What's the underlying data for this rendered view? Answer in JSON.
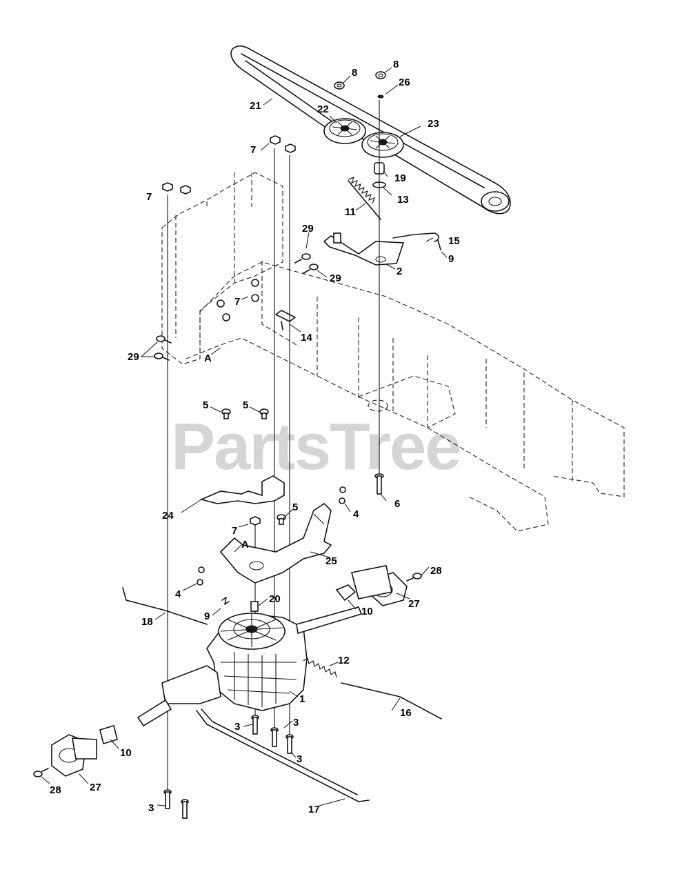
{
  "watermark": "PartsTree",
  "parts": [
    {
      "num": "8"
    },
    {
      "num": "8"
    },
    {
      "num": "26"
    },
    {
      "num": "21"
    },
    {
      "num": "22"
    },
    {
      "num": "23"
    },
    {
      "num": "7"
    },
    {
      "num": "7"
    },
    {
      "num": "19"
    },
    {
      "num": "13"
    },
    {
      "num": "11"
    },
    {
      "num": "29"
    },
    {
      "num": "15"
    },
    {
      "num": "9"
    },
    {
      "num": "2"
    },
    {
      "num": "29"
    },
    {
      "num": "7"
    },
    {
      "num": "14"
    },
    {
      "num": "29"
    },
    {
      "num": "A"
    },
    {
      "num": "5"
    },
    {
      "num": "5"
    },
    {
      "num": "6"
    },
    {
      "num": "24"
    },
    {
      "num": "5"
    },
    {
      "num": "4"
    },
    {
      "num": "7"
    },
    {
      "num": "A"
    },
    {
      "num": "25"
    },
    {
      "num": "28"
    },
    {
      "num": "4"
    },
    {
      "num": "20"
    },
    {
      "num": "10"
    },
    {
      "num": "27"
    },
    {
      "num": "9"
    },
    {
      "num": "18"
    },
    {
      "num": "12"
    },
    {
      "num": "1"
    },
    {
      "num": "16"
    },
    {
      "num": "3"
    },
    {
      "num": "3"
    },
    {
      "num": "3"
    },
    {
      "num": "10"
    },
    {
      "num": "28"
    },
    {
      "num": "27"
    },
    {
      "num": "3"
    },
    {
      "num": "17"
    }
  ]
}
